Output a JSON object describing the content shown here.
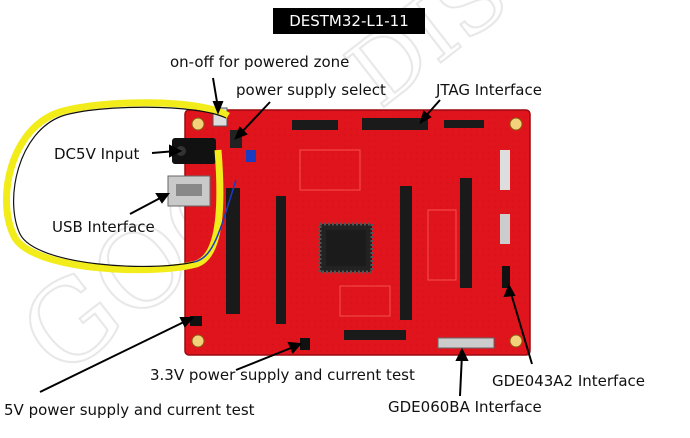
{
  "title": "DESTM32-L1-11",
  "watermark": "GOOD DISPLAY",
  "labels": {
    "on_off": "on-off for powered zone",
    "power_select": "power supply select",
    "jtag": "JTAG Interface",
    "dc5v": "DC5V Input",
    "usb": "USB Interface",
    "p33v": "3.3V power supply and current test",
    "p5v": "5V power supply and current test",
    "gde043": "GDE043A2 Interface",
    "gde060": "GDE060BA Interface"
  },
  "colors": {
    "board": "#e0141c",
    "highlight_loop": "#f2ec1a",
    "title_bg": "#000000",
    "arrow": "#000000"
  }
}
